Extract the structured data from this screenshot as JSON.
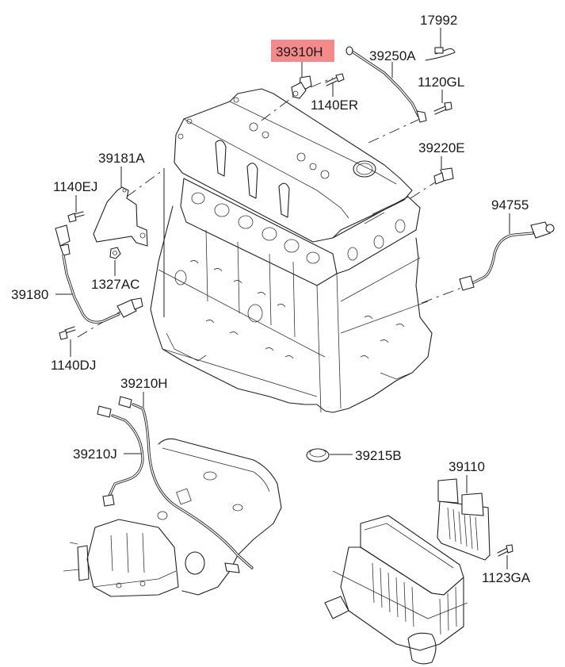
{
  "diagram": {
    "title": "Engine sensors / ECM parts diagram",
    "highlight_color": "#f48a8a",
    "highlighted_part": "39310H",
    "parts": [
      {
        "id": "p17992",
        "number": "17992"
      },
      {
        "id": "p39310H",
        "number": "39310H",
        "highlighted": true
      },
      {
        "id": "p39250A",
        "number": "39250A"
      },
      {
        "id": "p1140ER",
        "number": "1140ER"
      },
      {
        "id": "p1120GL",
        "number": "1120GL"
      },
      {
        "id": "p39181A",
        "number": "39181A"
      },
      {
        "id": "p39220E",
        "number": "39220E"
      },
      {
        "id": "p1140EJ",
        "number": "1140EJ"
      },
      {
        "id": "p94755",
        "number": "94755"
      },
      {
        "id": "p1327AC",
        "number": "1327AC"
      },
      {
        "id": "p39180",
        "number": "39180"
      },
      {
        "id": "p1140DJ",
        "number": "1140DJ"
      },
      {
        "id": "p39210H",
        "number": "39210H"
      },
      {
        "id": "p39210J",
        "number": "39210J"
      },
      {
        "id": "p39215B",
        "number": "39215B"
      },
      {
        "id": "p39110",
        "number": "39110"
      },
      {
        "id": "p1123GA",
        "number": "1123GA"
      }
    ]
  }
}
